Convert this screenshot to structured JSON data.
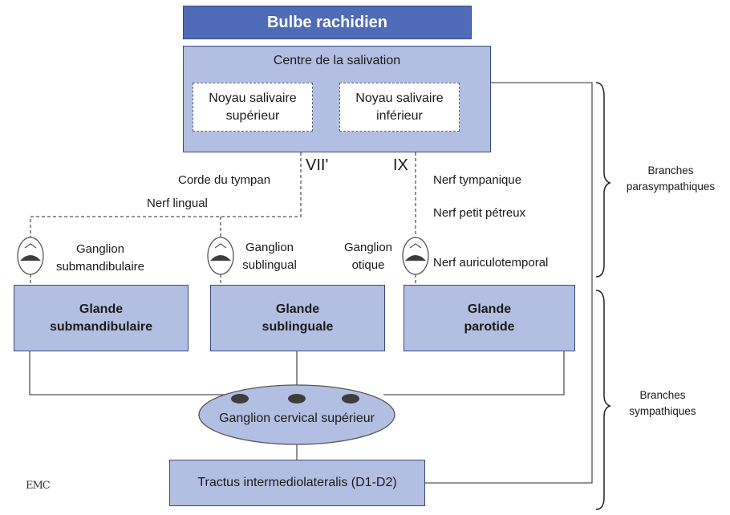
{
  "header": {
    "title": "Bulbe rachidien"
  },
  "center": {
    "title": "Centre de la salivation",
    "nucleus_superior": "Noyau salivaire\nsupérieur",
    "nucleus_inferior": "Noyau salivaire\ninférieur"
  },
  "nerves": {
    "vii": "VII'",
    "ix": "IX",
    "corde_du_tympan": "Corde du tympan",
    "nerf_lingual": "Nerf lingual",
    "nerf_tympanique": "Nerf tympanique",
    "nerf_petit_petreux": "Nerf petit pétreux",
    "nerf_auriculotemporal": "Nerf auriculotemporal"
  },
  "ganglia": {
    "submandibulaire": "Ganglion\nsubmandibulaire",
    "sublingual": "Ganglion\nsublingual",
    "otique": "Ganglion\notique",
    "cervical": "Ganglion cervical supérieur"
  },
  "glands": {
    "submandibulaire": "Glande\nsubmandibulaire",
    "sublinguale": "Glande\nsublinguale",
    "parotide": "Glande\nparotide"
  },
  "tractus": "Tractus intermediolateralis (D1-D2)",
  "brackets": {
    "parasympathetic": "Branches\nparasympathiques",
    "sympathetic": "Branches\nsympathiques"
  },
  "logo_text": "EMC",
  "colors": {
    "title_box": "#4f6ab7",
    "light_box": "#b3bfe2",
    "outline": "#3a4a78"
  }
}
